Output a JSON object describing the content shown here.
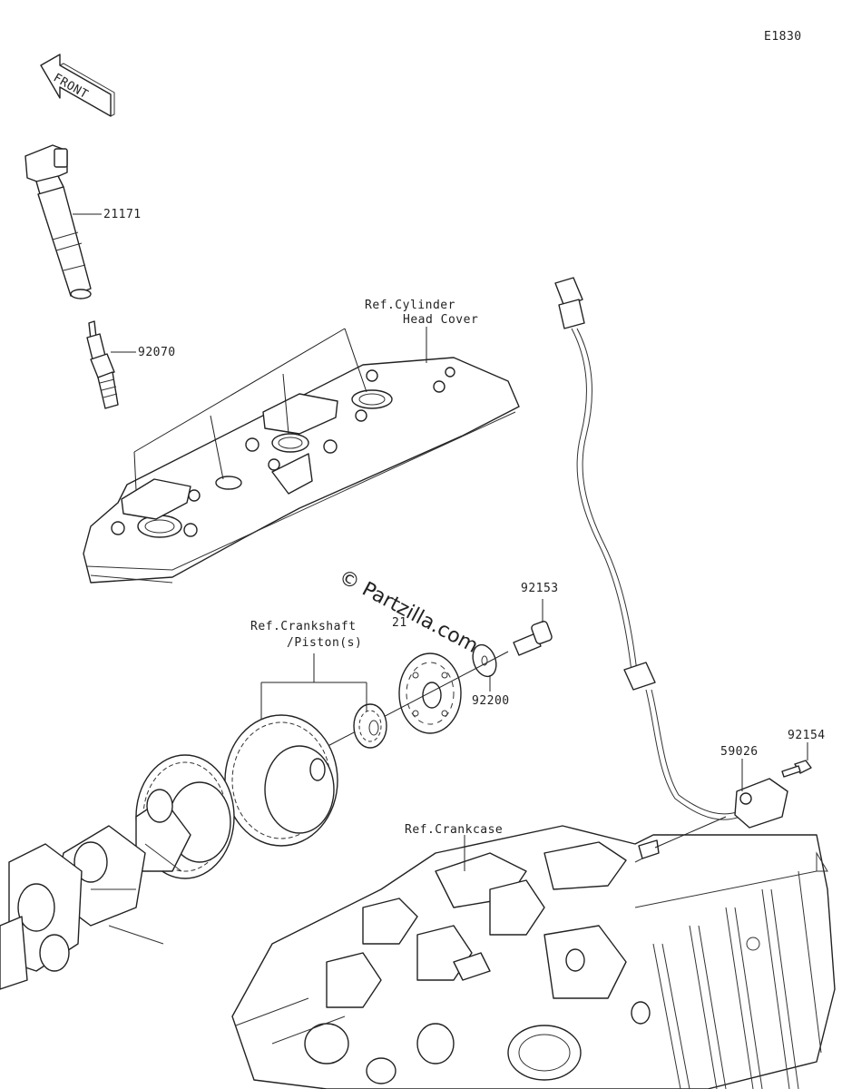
{
  "diagram_code": "E1830",
  "direction_label": "FRONT",
  "watermark": "© Partzilla.com",
  "callouts": {
    "ignition_coil": "21171",
    "spark_plug": "92070",
    "bolt_upper": "92153",
    "washer": "92200",
    "gear_partial": "21",
    "bolt_right": "92154",
    "sensor": "59026"
  },
  "references": {
    "cylinder_head_cover_1": "Ref.Cylinder",
    "cylinder_head_cover_2": "Head Cover",
    "crankshaft_1": "Ref.Crankshaft",
    "crankshaft_2": "/Piston(s)",
    "crankcase": "Ref.Crankcase"
  }
}
